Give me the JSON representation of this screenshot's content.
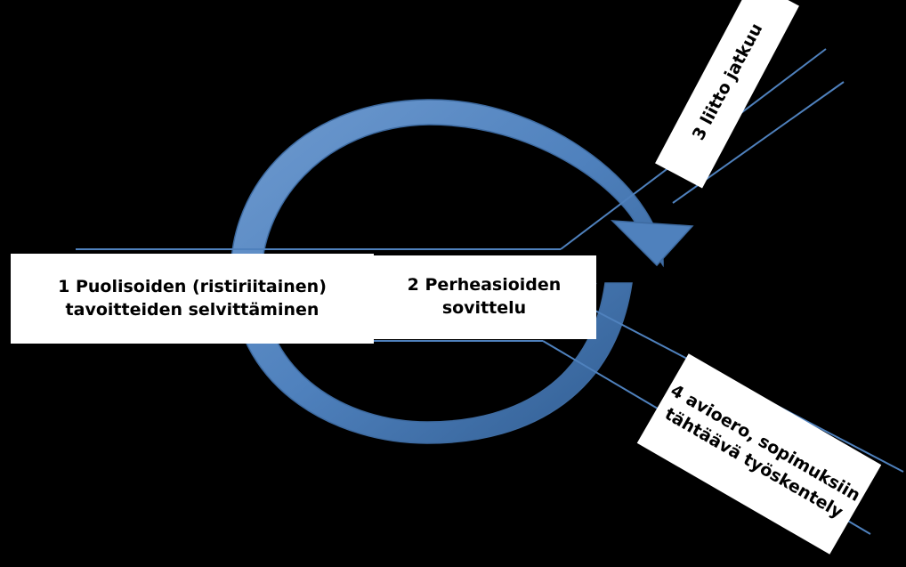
{
  "diagram": {
    "colors": {
      "background": "#000000",
      "arrow": "#4f81bd",
      "arrow_dark": "#2e5a8e",
      "connector": "#4f81bd",
      "box": "#ffffff",
      "text": "#000000"
    },
    "nodes": {
      "step1": {
        "line1": "1 Puolisoiden (ristiriitainen)",
        "line2": "tavoitteiden selvittäminen"
      },
      "step2": {
        "line1": "2 Perheasioiden",
        "line2": "sovittelu"
      },
      "step3": {
        "label": "3 liitto jatkuu"
      },
      "step4": {
        "line1": "4 avioero, sopimuksiin",
        "line2": "tähtäävä työskentely"
      }
    }
  }
}
